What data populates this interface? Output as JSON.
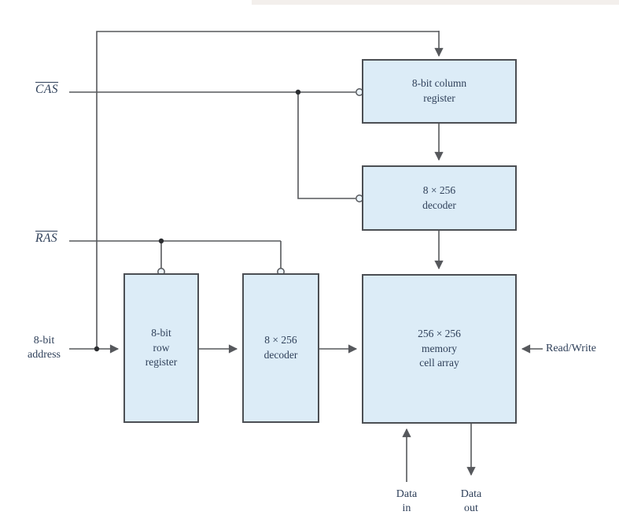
{
  "diagram": {
    "blocks": [
      {
        "id": "column-register",
        "label": "8-bit column\nregister"
      },
      {
        "id": "column-decoder",
        "label": "8 × 256\ndecoder"
      },
      {
        "id": "memory-cell-array",
        "label": "256 × 256\nmemory\ncell array"
      },
      {
        "id": "row-register",
        "label": "8-bit\nrow\nregister"
      },
      {
        "id": "row-decoder",
        "label": "8 × 256\ndecoder"
      }
    ],
    "signals": {
      "cas": "CAS",
      "ras": "RAS",
      "address": "8-bit\naddress",
      "read_write": "Read/Write",
      "data_in": "Data\nin",
      "data_out": "Data\nout"
    },
    "colors": {
      "block_fill": "#dcecf7",
      "block_border": "#4c4f54",
      "line": "#56585c",
      "text": "#2f405a"
    }
  }
}
